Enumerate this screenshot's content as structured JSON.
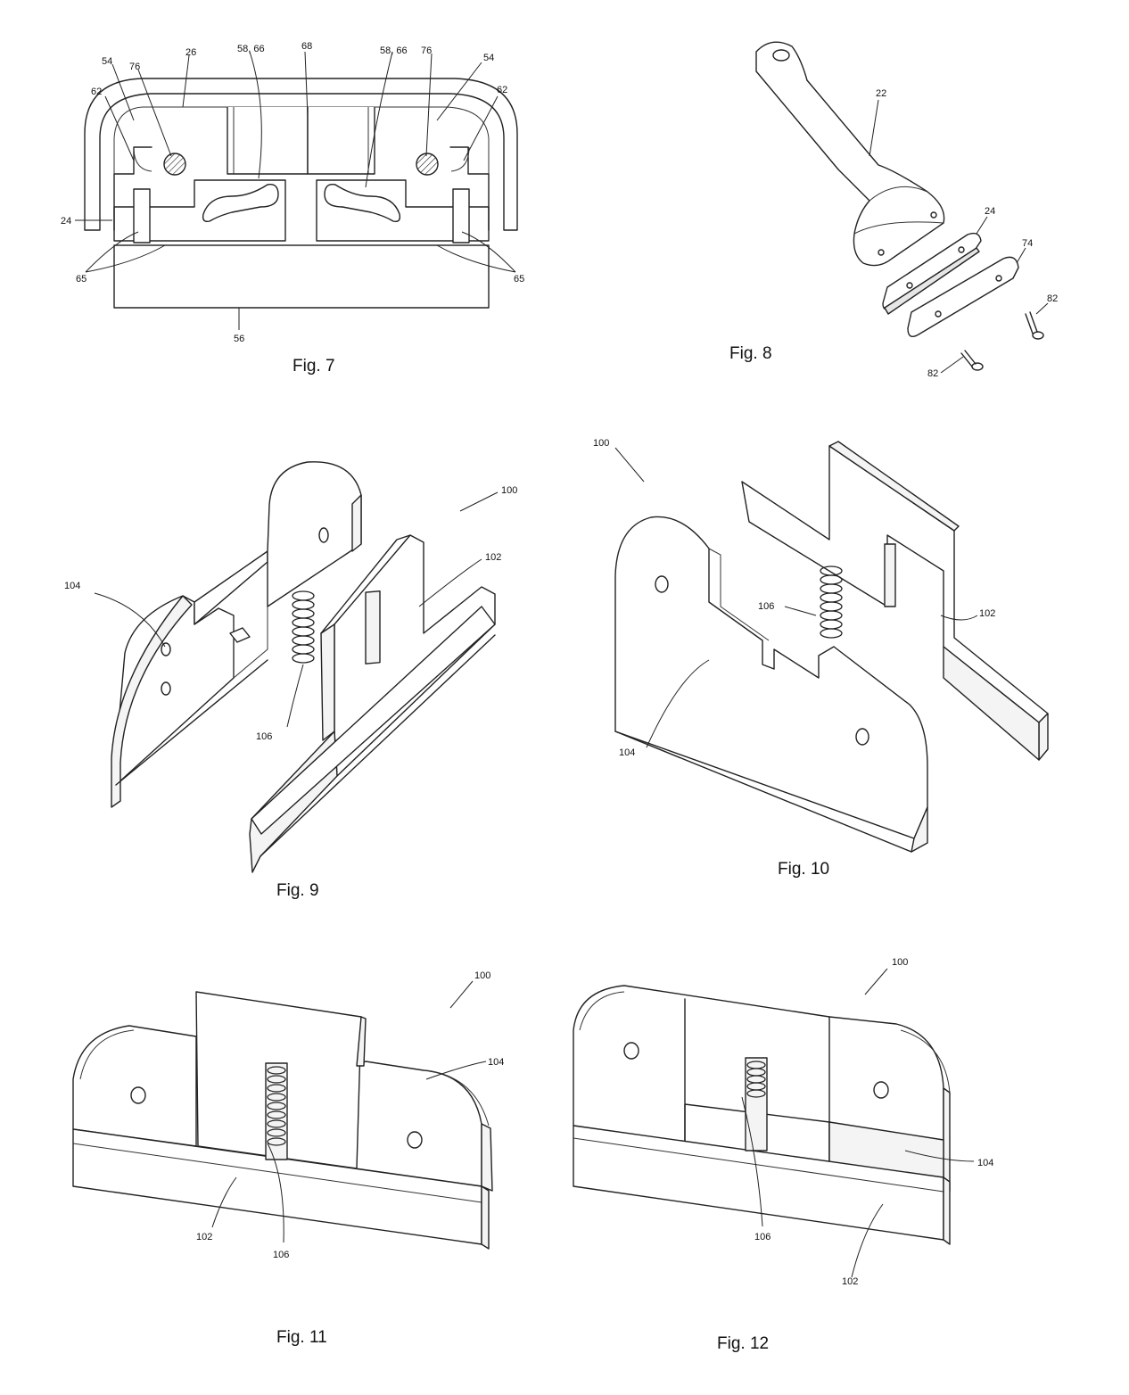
{
  "figures": {
    "fig7": {
      "caption": "Fig. 7",
      "refs": {
        "r26": "26",
        "r58a": "58, 66",
        "r68": "68",
        "r58b": "58, 66",
        "r76a": "76",
        "r76b": "76",
        "r54a": "54",
        "r54b": "54",
        "r62a": "62",
        "r62b": "62",
        "r24": "24",
        "r65a": "65",
        "r65b": "65",
        "r56": "56"
      }
    },
    "fig8": {
      "caption": "Fig. 8",
      "refs": {
        "r22": "22",
        "r24": "24",
        "r74": "74",
        "r82a": "82",
        "r82b": "82"
      }
    },
    "fig9": {
      "caption": "Fig. 9",
      "refs": {
        "r100": "100",
        "r102": "102",
        "r104": "104",
        "r106": "106"
      }
    },
    "fig10": {
      "caption": "Fig. 10",
      "refs": {
        "r100": "100",
        "r102": "102",
        "r104": "104",
        "r106": "106"
      }
    },
    "fig11": {
      "caption": "Fig. 11",
      "refs": {
        "r100": "100",
        "r102": "102",
        "r104": "104",
        "r106": "106"
      }
    },
    "fig12": {
      "caption": "Fig. 12",
      "refs": {
        "r100": "100",
        "r102": "102",
        "r104": "104",
        "r106": "106"
      }
    }
  }
}
